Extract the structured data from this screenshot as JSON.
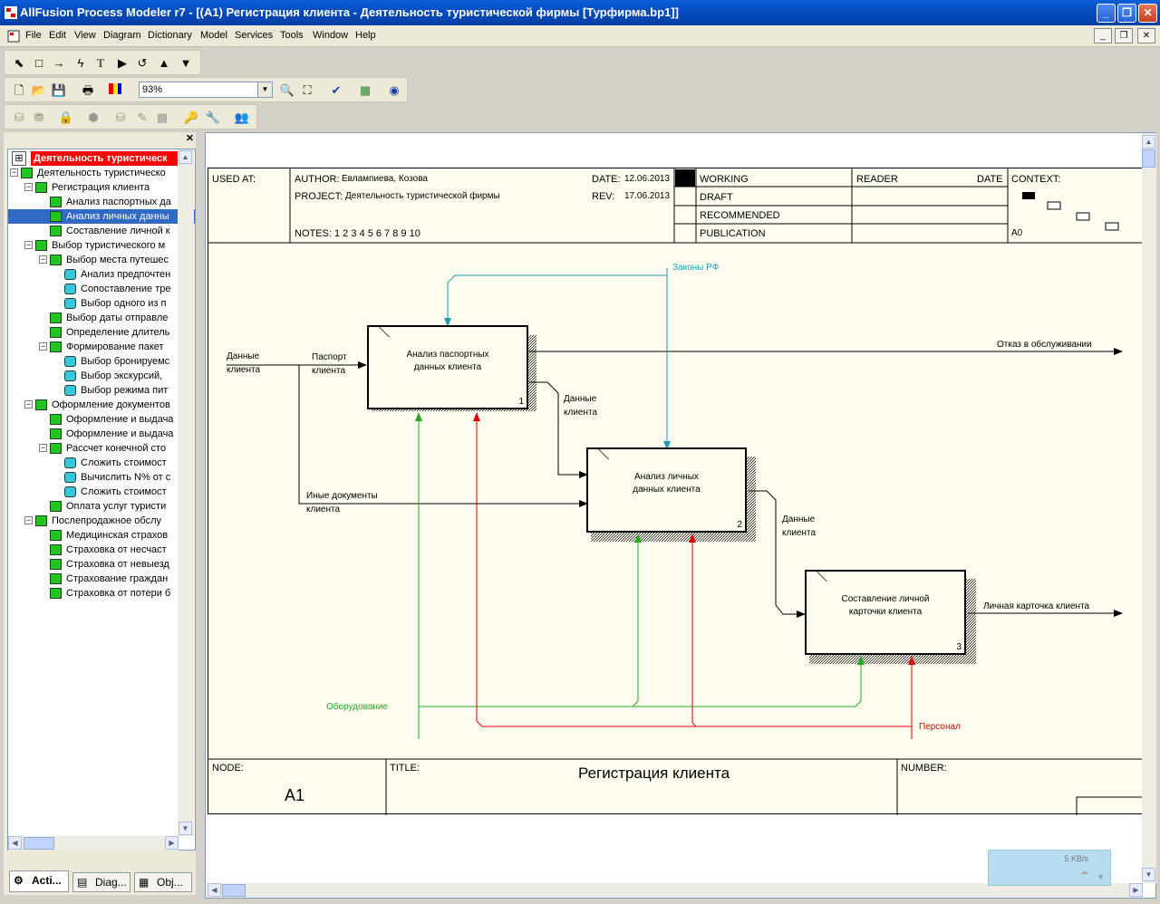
{
  "window": {
    "title": "AllFusion Process Modeler r7 - [(A1) Регистрация клиента - Деятельность туристической фирмы  [Турфирма.bp1]]",
    "min_label": "_",
    "max_label": "❐",
    "close_label": "✕"
  },
  "menu": [
    "File",
    "Edit",
    "View",
    "Diagram",
    "Dictionary",
    "Model",
    "Services",
    "Tools",
    "Window",
    "Help"
  ],
  "toolbar": {
    "zoom_value": "93%"
  },
  "tree": {
    "root": "Деятельность туристическ",
    "items": [
      {
        "label": "Деятельность туристическо",
        "type": "green"
      },
      {
        "label": "Регистрация клиента",
        "type": "green"
      },
      {
        "label": "Анализ паспортных да",
        "type": "green"
      },
      {
        "label": "Анализ личных данны",
        "type": "green",
        "selected": true
      },
      {
        "label": "Составление личной к",
        "type": "green"
      },
      {
        "label": "Выбор туристического м",
        "type": "green"
      },
      {
        "label": "Выбор места путешес",
        "type": "green"
      },
      {
        "label": "Анализ предпочтен",
        "type": "cyan"
      },
      {
        "label": "Сопоставление тре",
        "type": "cyan"
      },
      {
        "label": "Выбор одного из п",
        "type": "cyan"
      },
      {
        "label": "Выбор даты отправле",
        "type": "green"
      },
      {
        "label": "Определение длитель",
        "type": "green"
      },
      {
        "label": "Формирование пакет",
        "type": "green"
      },
      {
        "label": "Выбор бронируемс",
        "type": "cyan"
      },
      {
        "label": "Выбор экскурсий,",
        "type": "cyan"
      },
      {
        "label": "Выбор режима пит",
        "type": "cyan"
      },
      {
        "label": "Оформление документов",
        "type": "green"
      },
      {
        "label": "Оформление и выдача",
        "type": "green"
      },
      {
        "label": "Оформление и выдача",
        "type": "green"
      },
      {
        "label": "Рассчет конечной сто",
        "type": "green"
      },
      {
        "label": "Сложить стоимост",
        "type": "cyan"
      },
      {
        "label": "Вычислить N% от с",
        "type": "cyan"
      },
      {
        "label": "Сложить стоимост",
        "type": "cyan"
      },
      {
        "label": "Оплата услуг туристи",
        "type": "green"
      },
      {
        "label": "Послепродажное обслу",
        "type": "green"
      },
      {
        "label": "Медицинская страхов",
        "type": "green"
      },
      {
        "label": "Страховка от несчаст",
        "type": "green"
      },
      {
        "label": "Страховка от невыезд",
        "type": "green"
      },
      {
        "label": "Страхование граждан",
        "type": "green"
      },
      {
        "label": "Страховка от потери б",
        "type": "green"
      }
    ]
  },
  "tabs": [
    "Acti...",
    "Diag...",
    "Obj..."
  ],
  "header": {
    "used_at": "USED AT:",
    "author_label": "AUTHOR:",
    "author": "Евлампиева, Козова",
    "project_label": "PROJECT:",
    "project": "Деятельность туристической фирмы",
    "date_label": "DATE:",
    "date": "12.06.2013",
    "rev_label": "REV:",
    "rev": "17.06.2013",
    "notes": "NOTES:  1  2  3  4  5  6  7  8  9  10",
    "working": "WORKING",
    "draft": "DRAFT",
    "recommended": "RECOMMENDED",
    "publication": "PUBLICATION",
    "reader": "READER",
    "reader_date": "DATE",
    "context": "CONTEXT:",
    "context_node": "A0"
  },
  "boxes": [
    {
      "title": "Анализ паспортных данных клиента",
      "num": "1"
    },
    {
      "title": "Анализ личных данных клиента",
      "num": "2"
    },
    {
      "title": "Составление личной карточки клиента",
      "num": "3"
    }
  ],
  "arrows": {
    "laws": "Законы РФ",
    "client_data": "Данные клиента",
    "passport": "Паспорт клиента",
    "refusal": "Отказ в обслуживании",
    "data1": "Данные клиента",
    "other_docs": "Иные документы клиента",
    "data2": "Данные клиента",
    "card": "Личная карточка клиента",
    "equipment": "Оборудование",
    "staff": "Персонал"
  },
  "colors": {
    "laws": "#1aa0b0",
    "equipment": "#22aa22",
    "staff": "#e00000"
  },
  "footer": {
    "node_label": "NODE:",
    "node": "A1",
    "title_label": "TITLE:",
    "title": "Регистрация клиента",
    "number_label": "NUMBER:"
  },
  "netmon": "5 KB/s"
}
